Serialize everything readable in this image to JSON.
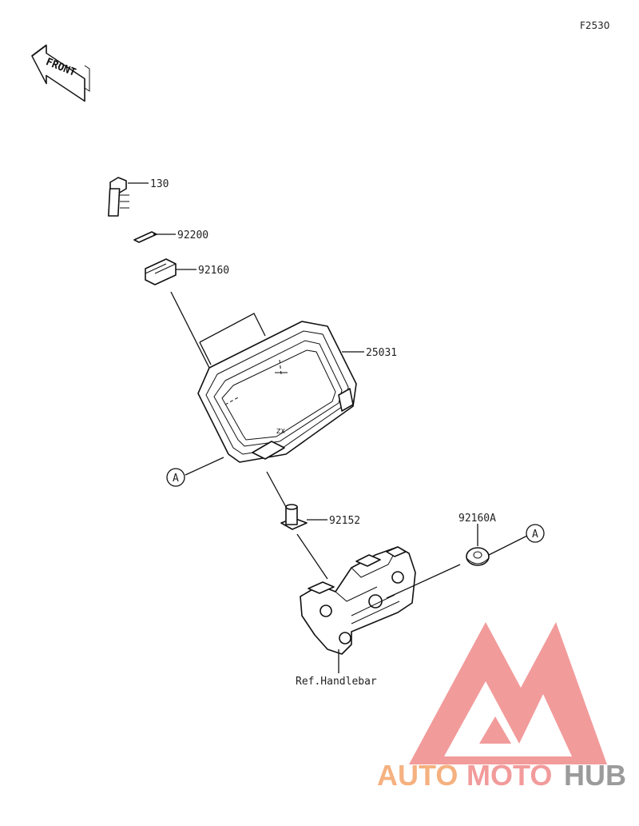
{
  "diagram": {
    "figure_code": "F2530",
    "front_label": "FRONT",
    "callout_ref": "A",
    "parts": [
      {
        "id": "130"
      },
      {
        "id": "92200"
      },
      {
        "id": "92160"
      },
      {
        "id": "25031"
      },
      {
        "id": "92152"
      },
      {
        "id": "92160A"
      }
    ],
    "reference_label": "Ref.Handlebar"
  },
  "watermark": {
    "word_part1": "AUTO",
    "word_part2": "MOTO",
    "word_part3": "HUB",
    "color_primary": "#f4a46a",
    "color_secondary": "#f08a8a",
    "color_dark": "#8a8a8a"
  },
  "colors": {
    "line": "#111111",
    "background": "#ffffff"
  }
}
